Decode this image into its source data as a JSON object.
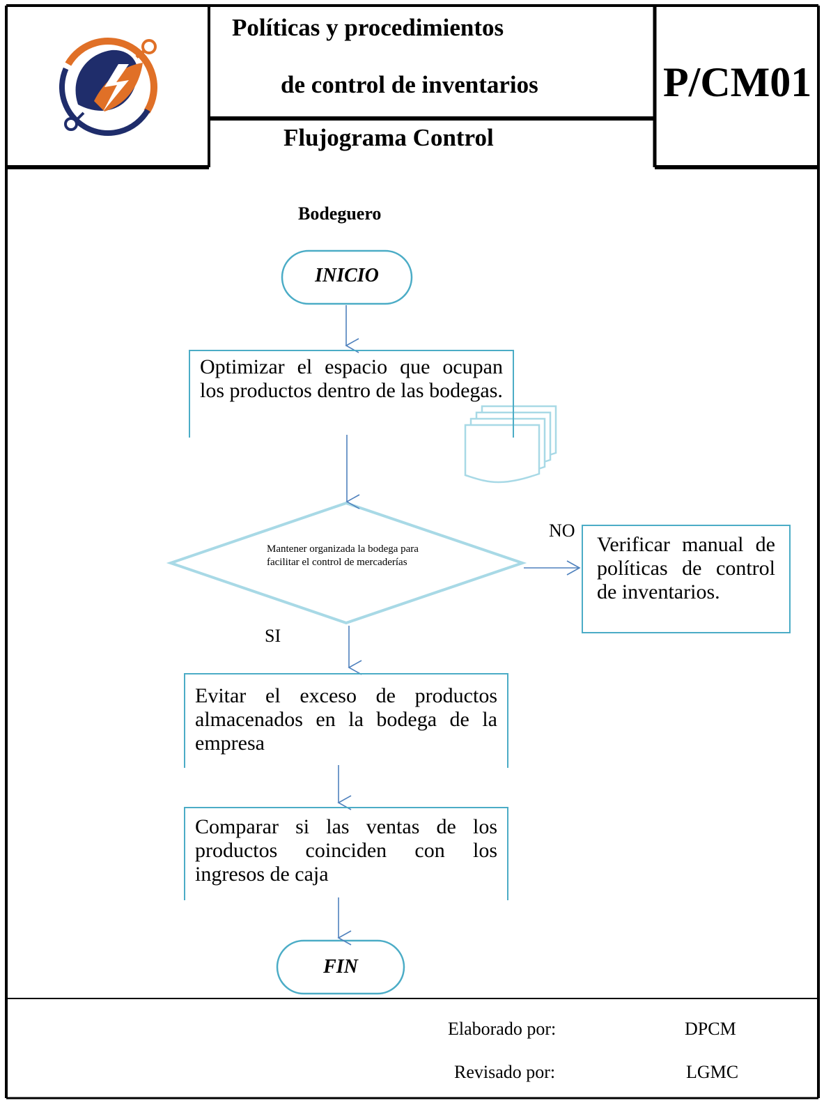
{
  "header": {
    "title_line1": "Políticas y procedimientos",
    "title_line2": "de control de inventarios",
    "subtitle": "Flujograma Control",
    "code": "P/CM01",
    "logo": {
      "name": "lightning-gear-logo",
      "colors": {
        "ring": "#1f2d6b",
        "bolt_bg": "#e07027",
        "accent": "#e07027"
      }
    }
  },
  "diagram": {
    "lane_label": "Bodeguero",
    "start": "INICIO",
    "step1": "Optimizar el espacio que ocupan los productos dentro de las bodegas.",
    "decision": "Mantener organizada la bodega para facilitar el control de mercaderías",
    "no_label": "NO",
    "no_step": "Verificar manual de políticas de control de inventarios.",
    "yes_label": "SI",
    "step2": "Evitar el exceso de productos almacenados en la bodega de la empresa",
    "step3": "Comparar si las ventas de los productos coinciden con los ingresos de caja",
    "end": "FIN",
    "colors": {
      "shape_stroke": "#4BACC6",
      "arrow": "#4F81BD",
      "decision_stroke": "#A8D9E6"
    }
  },
  "footer": {
    "prepared_label": "Elaborado por:",
    "prepared_value": "DPCM",
    "reviewed_label": "Revisado por:",
    "reviewed_value": "LGMC"
  }
}
